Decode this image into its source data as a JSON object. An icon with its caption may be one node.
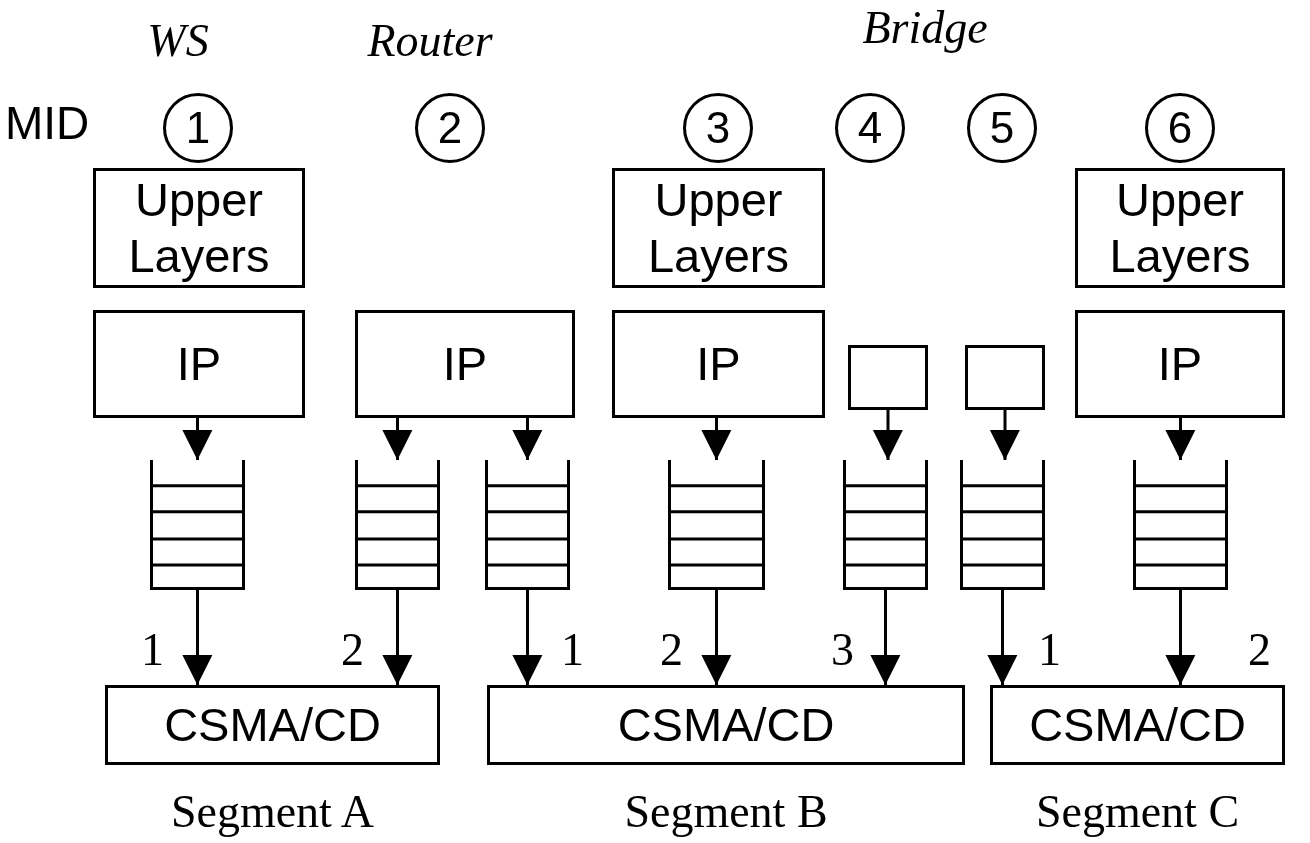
{
  "diagram": {
    "nodes": [
      {
        "text": [
          "1"
        ],
        "beside": [
          "WS"
        ]
      },
      {
        "text": [
          "2"
        ],
        "beside": [
          "Router"
        ]
      },
      {
        "text": [
          "3"
        ]
      },
      {
        "text": [
          "4"
        ]
      },
      {
        "text": [
          "5"
        ]
      },
      {
        "text": [
          "6"
        ]
      },
      {
        "text": [
          "Upper Layers"
        ]
      },
      {
        "text": [
          "Upper Layers"
        ]
      },
      {
        "text": [
          "Upper Layers"
        ]
      },
      {
        "text": [
          "IP"
        ]
      },
      {
        "text": [
          "IP"
        ]
      },
      {
        "text": [
          "IP"
        ]
      },
      {
        "text": [],
        "shape": "box"
      },
      {
        "text": [],
        "shape": "box"
      },
      {
        "text": [
          "IP"
        ]
      },
      {
        "text": [],
        "shape": "queue"
      },
      {
        "text": [],
        "shape": "queue"
      },
      {
        "text": [],
        "shape": "queue"
      },
      {
        "text": [],
        "shape": "queue"
      },
      {
        "text": [],
        "shape": "queue"
      },
      {
        "text": [],
        "shape": "queue"
      },
      {
        "text": [],
        "shape": "queue"
      },
      {
        "text": [
          "CSMA/CD"
        ],
        "beside": [
          "Segment A"
        ]
      },
      {
        "text": [
          "CSMA/CD"
        ],
        "beside": [
          "Segment B"
        ]
      },
      {
        "text": [
          "CSMA/CD"
        ],
        "beside": [
          "Segment C"
        ]
      }
    ],
    "edges": [
      {
        "from": 9,
        "to": 15,
        "arrow": "to"
      },
      {
        "from": 10,
        "to": 16,
        "arrow": "to"
      },
      {
        "from": 10,
        "to": 17,
        "arrow": "to"
      },
      {
        "from": 11,
        "to": 18,
        "arrow": "to"
      },
      {
        "from": 12,
        "to": 19,
        "arrow": "to"
      },
      {
        "from": 13,
        "to": 20,
        "arrow": "to"
      },
      {
        "from": 14,
        "to": 21,
        "arrow": "to"
      },
      {
        "from": 15,
        "to": 22,
        "arrow": "to",
        "label": "1"
      },
      {
        "from": 16,
        "to": 22,
        "arrow": "to",
        "label": "2"
      },
      {
        "from": 17,
        "to": 23,
        "arrow": "to",
        "label": "1"
      },
      {
        "from": 18,
        "to": 23,
        "arrow": "to",
        "label": "2"
      },
      {
        "from": 19,
        "to": 23,
        "arrow": "to",
        "label": "3"
      },
      {
        "from": 20,
        "to": 24,
        "arrow": "to",
        "label": "1"
      },
      {
        "from": 21,
        "to": 24,
        "arrow": "to",
        "label": "2"
      }
    ],
    "labels": [
      "Bridge",
      "MID"
    ]
  }
}
